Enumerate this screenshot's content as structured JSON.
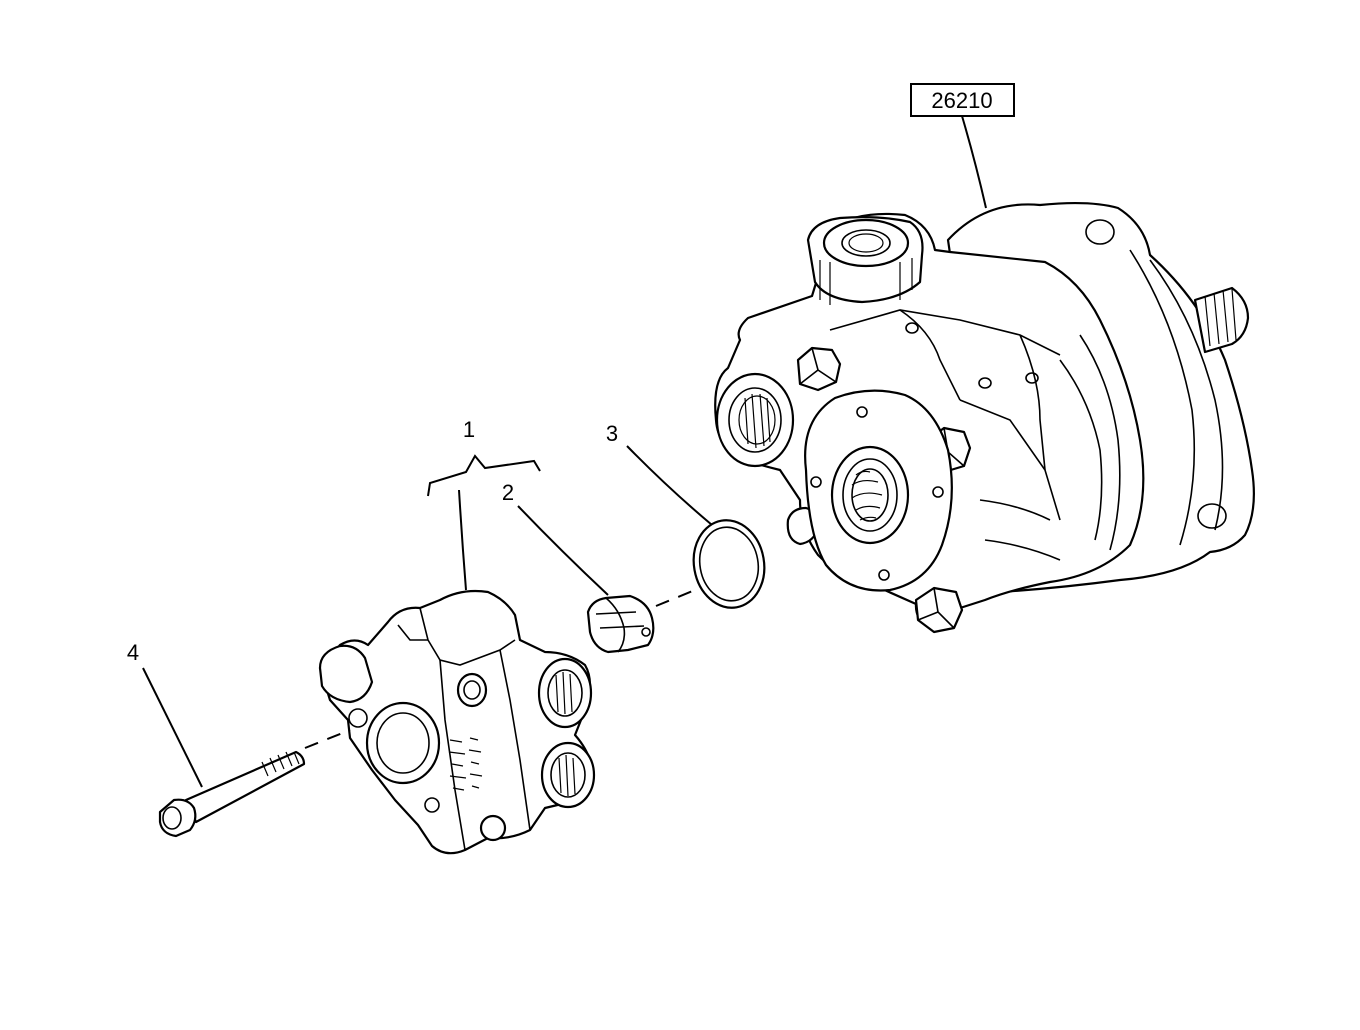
{
  "diagram": {
    "assembly_ref": "26210",
    "callouts": [
      "1",
      "2",
      "3",
      "4"
    ]
  }
}
